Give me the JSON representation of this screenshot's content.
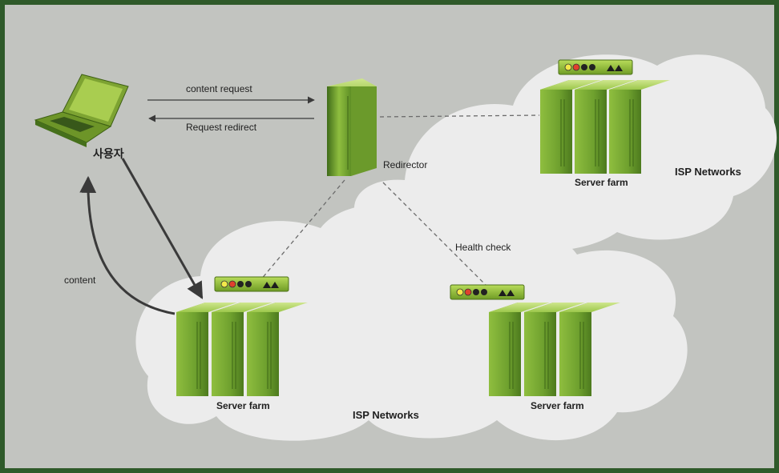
{
  "labels": {
    "user": "사용자",
    "content_request": "content request",
    "request_redirect": "Request redirect",
    "redirector": "Redirector",
    "health_check": "Health check",
    "content": "content"
  },
  "clouds": [
    {
      "id": "cloud-top-right",
      "label": "ISP Networks"
    },
    {
      "id": "cloud-bottom",
      "label": "ISP Networks"
    }
  ],
  "server_farms": [
    {
      "id": "farm-top-right",
      "label": "Server farm"
    },
    {
      "id": "farm-bottom-left",
      "label": "Server farm"
    },
    {
      "id": "farm-bottom-right",
      "label": "Server farm"
    }
  ],
  "colors": {
    "frame": "#2f5a2a",
    "background": "#c2c4c0",
    "cloud": "#ececec",
    "server_light": "#a8cf4c",
    "server_dark": "#4b7a1d",
    "arrow": "#3a3a3a"
  }
}
